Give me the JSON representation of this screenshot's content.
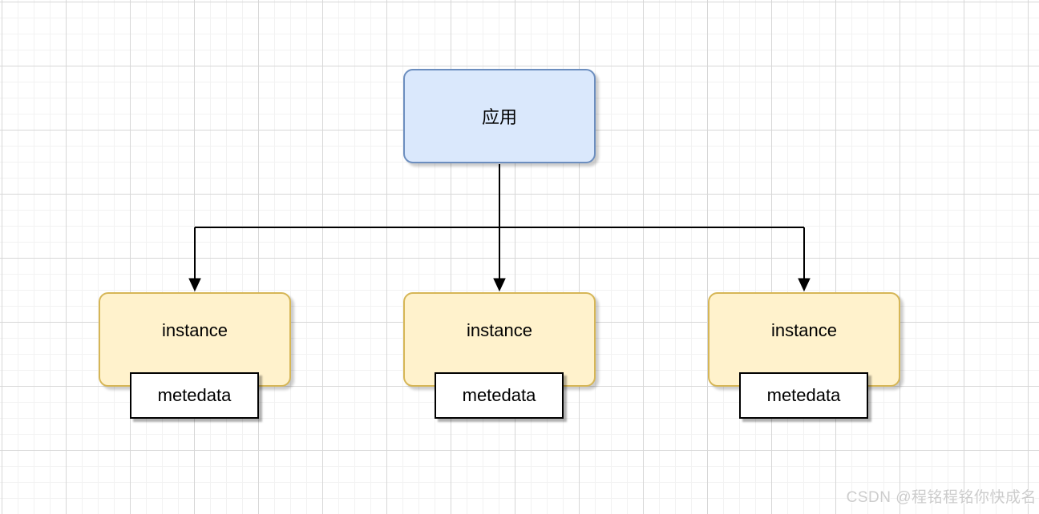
{
  "diagram": {
    "app": {
      "label": "应用"
    },
    "instances": [
      {
        "label": "instance",
        "badge": "metedata"
      },
      {
        "label": "instance",
        "badge": "metedata"
      },
      {
        "label": "instance",
        "badge": "metedata"
      }
    ],
    "edges": [
      {
        "from": "应用",
        "to": "instance-1",
        "style": "arrow"
      },
      {
        "from": "应用",
        "to": "instance-2",
        "style": "arrow"
      },
      {
        "from": "应用",
        "to": "instance-3",
        "style": "arrow"
      }
    ]
  },
  "watermark": {
    "text": "CSDN @程铭程铭你快成名"
  },
  "colors": {
    "app_fill": "#dae8fc",
    "app_border": "#6c8ebf",
    "instance_fill": "#fff2cc",
    "instance_border": "#d6b656",
    "badge_fill": "#ffffff",
    "badge_border": "#000000",
    "edge": "#000000",
    "grid_minor": "#f2f2f2",
    "grid_major": "#d7d7d7",
    "watermark": "#cccccc"
  }
}
